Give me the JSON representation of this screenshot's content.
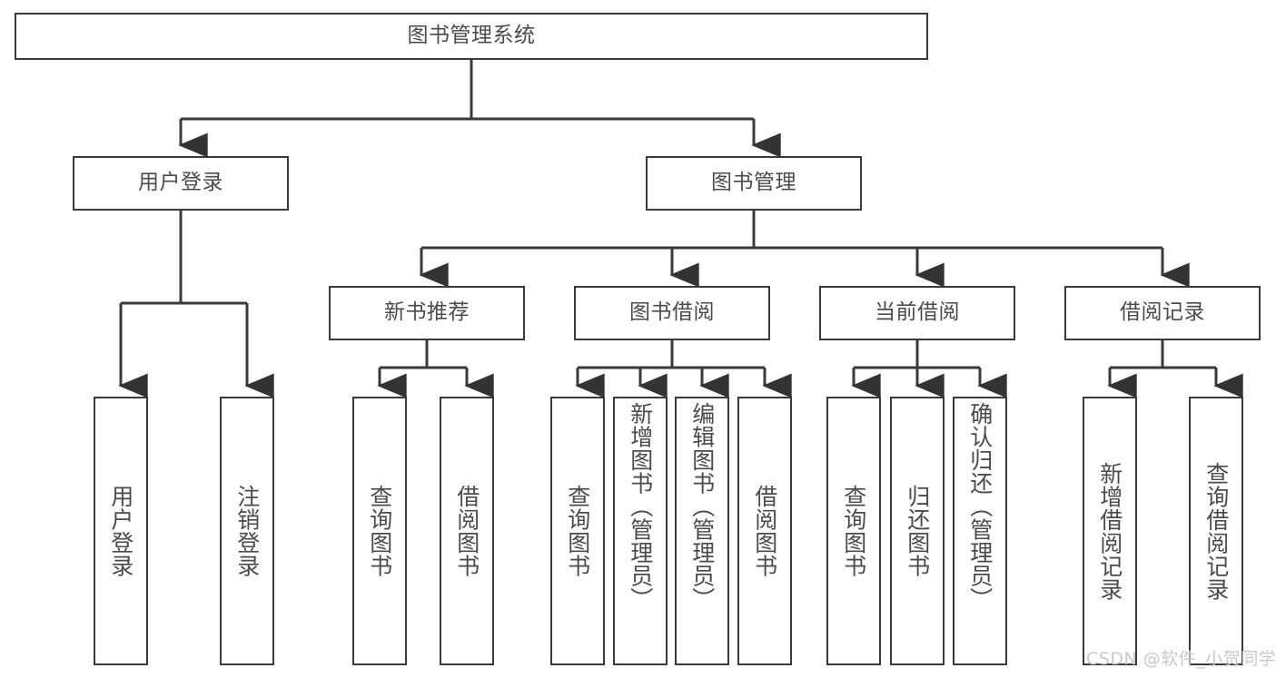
{
  "diagram": {
    "title_text": "图书管理系统",
    "type": "hierarchy-tree",
    "orientation": "top-down",
    "line_color": "#3a3a3a",
    "text_color": "#4b4b4b",
    "box_fill": "#ffffff",
    "background": "#ffffff"
  },
  "root": {
    "label": "图书管理系统"
  },
  "level2": [
    {
      "label": "用户登录"
    },
    {
      "label": "图书管理"
    }
  ],
  "level3": [
    {
      "label": "新书推荐"
    },
    {
      "label": "图书借阅"
    },
    {
      "label": "当前借阅"
    },
    {
      "label": "借阅记录"
    }
  ],
  "leaves": {
    "user_login": [
      {
        "label": "用户登录"
      },
      {
        "label": "注销登录"
      }
    ],
    "new_book": [
      {
        "label": "查询图书"
      },
      {
        "label": "借阅图书"
      }
    ],
    "book_borrow": [
      {
        "label": "查询图书"
      },
      {
        "label": "新增图书（管理员）"
      },
      {
        "label": "编辑图书（管理员）"
      },
      {
        "label": "借阅图书"
      }
    ],
    "current_borrow": [
      {
        "label": "查询图书"
      },
      {
        "label": "归还图书"
      },
      {
        "label": "确认归还（管理员）"
      }
    ],
    "borrow_record": [
      {
        "label": "新增借阅记录"
      },
      {
        "label": "查询借阅记录"
      }
    ]
  },
  "watermark": {
    "text": "CSDN @软件_小贺同学"
  }
}
